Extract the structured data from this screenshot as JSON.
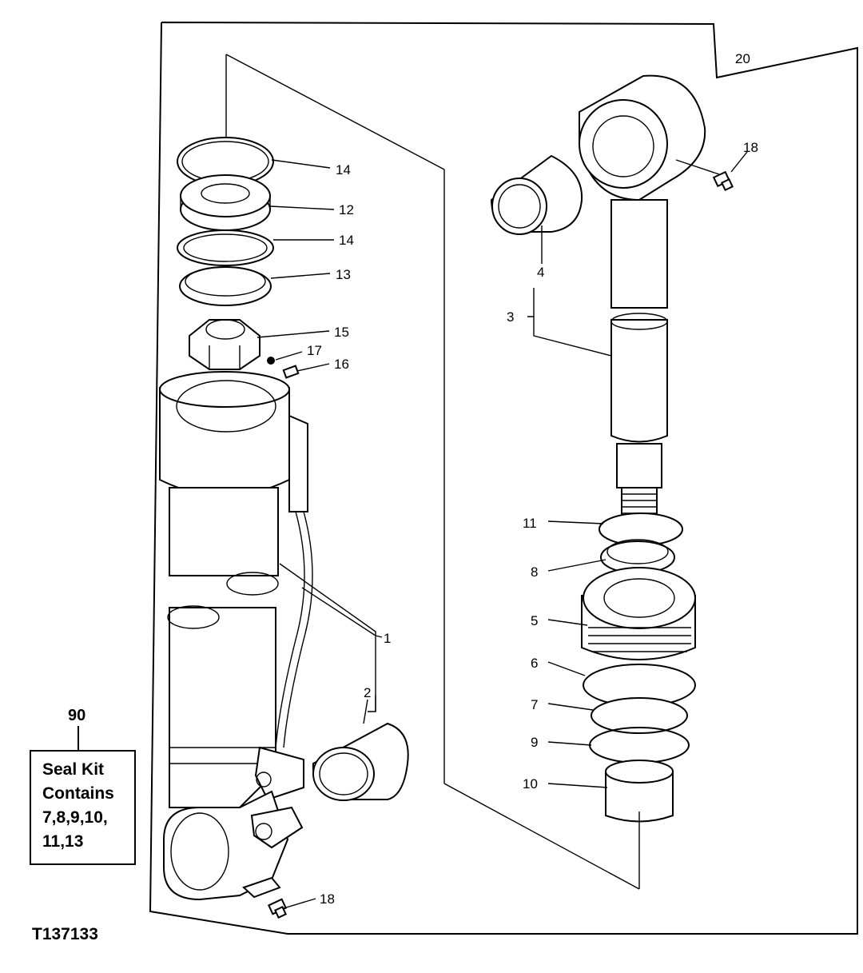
{
  "callouts": {
    "c1": "1",
    "c2a": "2",
    "c3": "3",
    "c4": "4",
    "c5": "5",
    "c6": "6",
    "c7": "7",
    "c8": "8",
    "c9": "9",
    "c10": "10",
    "c11": "11",
    "c12": "12",
    "c13": "13",
    "c14a": "14",
    "c14b": "14",
    "c15": "15",
    "c16": "16",
    "c17": "17",
    "c18a": "18",
    "c18b": "18",
    "c20": "20"
  },
  "seal_kit": {
    "ref": "90",
    "lines": [
      "Seal Kit",
      "Contains",
      "7,8,9,10,",
      "11,13"
    ]
  },
  "figure_id": "T137133"
}
